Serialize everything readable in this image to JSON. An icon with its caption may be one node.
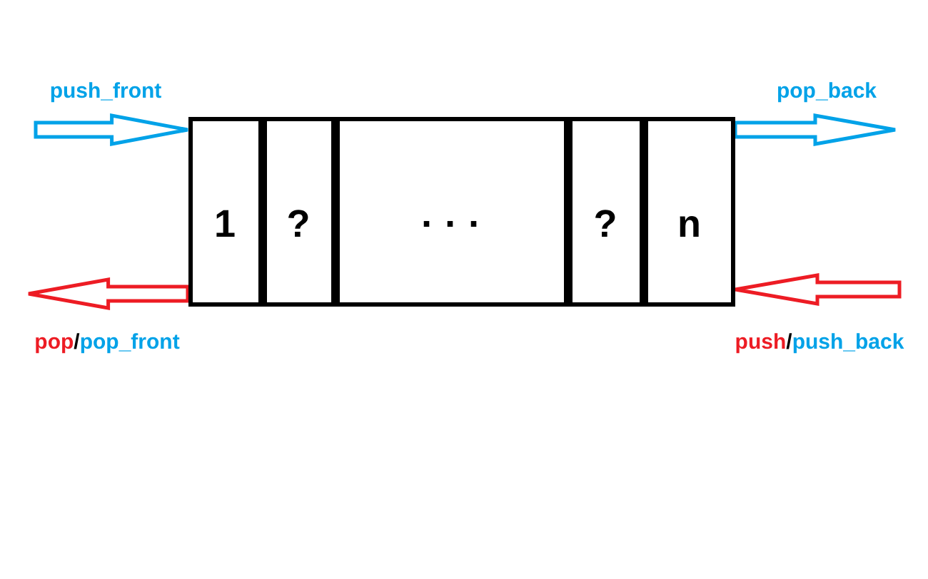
{
  "diagram": {
    "nodes": [
      {
        "text": [
          "1"
        ]
      },
      {
        "text": [
          "?"
        ]
      },
      {
        "text": [
          "· · ·"
        ]
      },
      {
        "text": [
          "?"
        ]
      },
      {
        "text": [
          "n"
        ]
      }
    ],
    "edges": [
      {
        "from": null,
        "to": 0,
        "arrow": "to",
        "label": "push_front",
        "color": "#00a2e8"
      },
      {
        "from": 0,
        "to": null,
        "arrow": "to",
        "label": "pop/pop_front",
        "color": "#ed1c24"
      },
      {
        "from": 4,
        "to": null,
        "arrow": "to",
        "label": "pop_back",
        "color": "#00a2e8"
      },
      {
        "from": null,
        "to": 4,
        "arrow": "to",
        "label": "push/push_back",
        "color": "#ed1c24"
      }
    ]
  }
}
